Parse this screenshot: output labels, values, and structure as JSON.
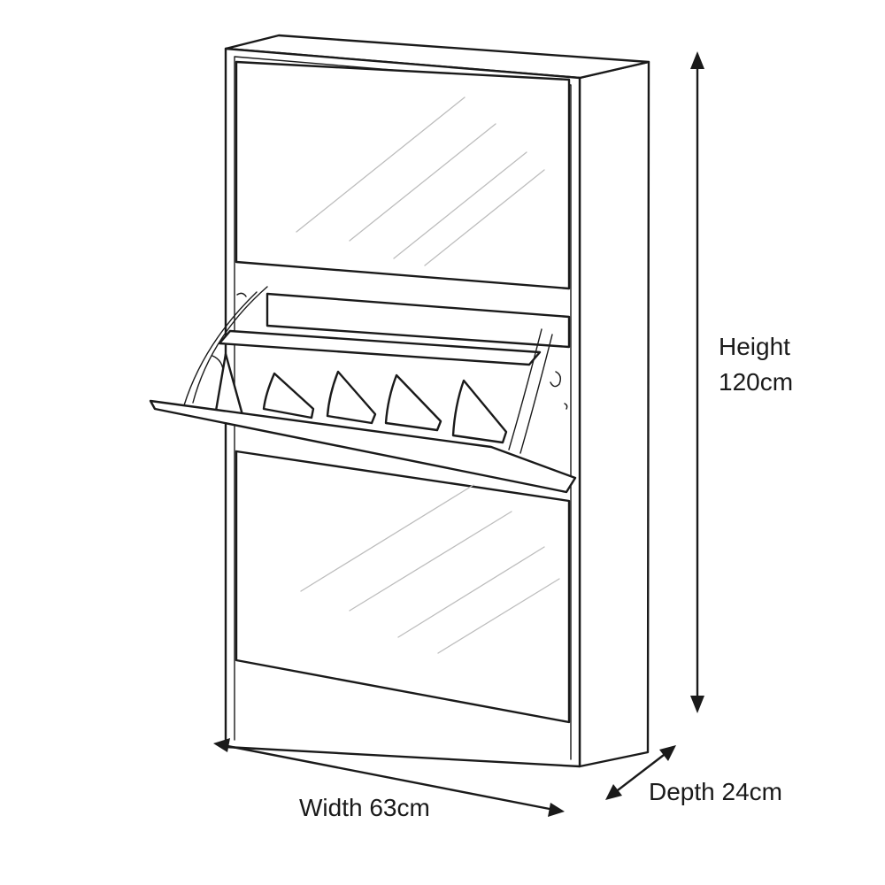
{
  "dimensions": {
    "height": {
      "label": "Height",
      "value": "120cm"
    },
    "width": {
      "label": "Width 63cm"
    },
    "depth": {
      "label": "Depth 24cm"
    }
  },
  "colors": {
    "line": "#1a1a1a",
    "glass": "#bdbdbd",
    "background": "#ffffff"
  },
  "icons": [
    "shoe-cabinet-illustration",
    "dimension-arrow"
  ]
}
